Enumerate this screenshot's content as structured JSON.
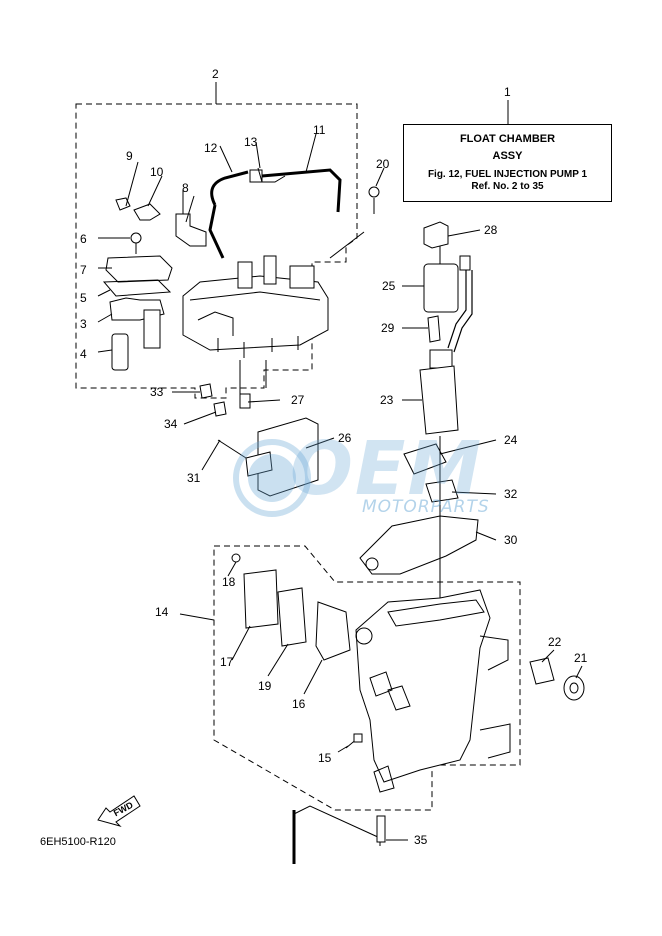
{
  "title_box": {
    "line1": "FLOAT CHAMBER",
    "line2": "ASSY",
    "line3": "Fig. 12, FUEL INJECTION PUMP 1",
    "line4": "Ref. No. 2 to 35"
  },
  "reference_code": "6EH5100-R120",
  "fwd_label": "FWD",
  "watermark": {
    "brand": "OEM",
    "subtitle": "MOTORPARTS"
  },
  "callouts": [
    "1",
    "2",
    "3",
    "4",
    "5",
    "6",
    "7",
    "8",
    "9",
    "10",
    "11",
    "12",
    "13",
    "14",
    "15",
    "16",
    "17",
    "18",
    "19",
    "20",
    "21",
    "22",
    "23",
    "24",
    "25",
    "26",
    "27",
    "28",
    "29",
    "30",
    "31",
    "32",
    "33",
    "34",
    "35"
  ]
}
